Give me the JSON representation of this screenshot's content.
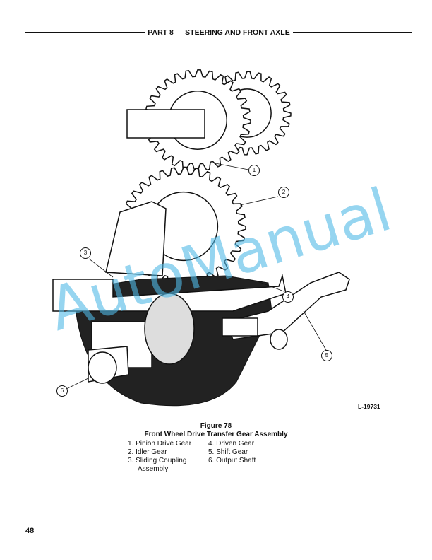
{
  "header": {
    "title": "PART 8 — STEERING AND FRONT AXLE"
  },
  "figure": {
    "ref": "L-19731",
    "number": "Figure 78",
    "title": "Front Wheel Drive Transfer Gear Assembly",
    "callouts": [
      "1",
      "2",
      "3",
      "4",
      "5",
      "6"
    ],
    "legend": [
      {
        "num": "1.",
        "label": "Pinion Drive Gear"
      },
      {
        "num": "2.",
        "label": "Idler Gear"
      },
      {
        "num": "3.",
        "label": "Sliding Coupling"
      },
      {
        "num": "",
        "label": "Assembly"
      },
      {
        "num": "4.",
        "label": "Driven Gear"
      },
      {
        "num": "5.",
        "label": "Shift Gear"
      },
      {
        "num": "6.",
        "label": "Output Shaft"
      }
    ]
  },
  "watermark": "AutoManual",
  "page_number": "48"
}
